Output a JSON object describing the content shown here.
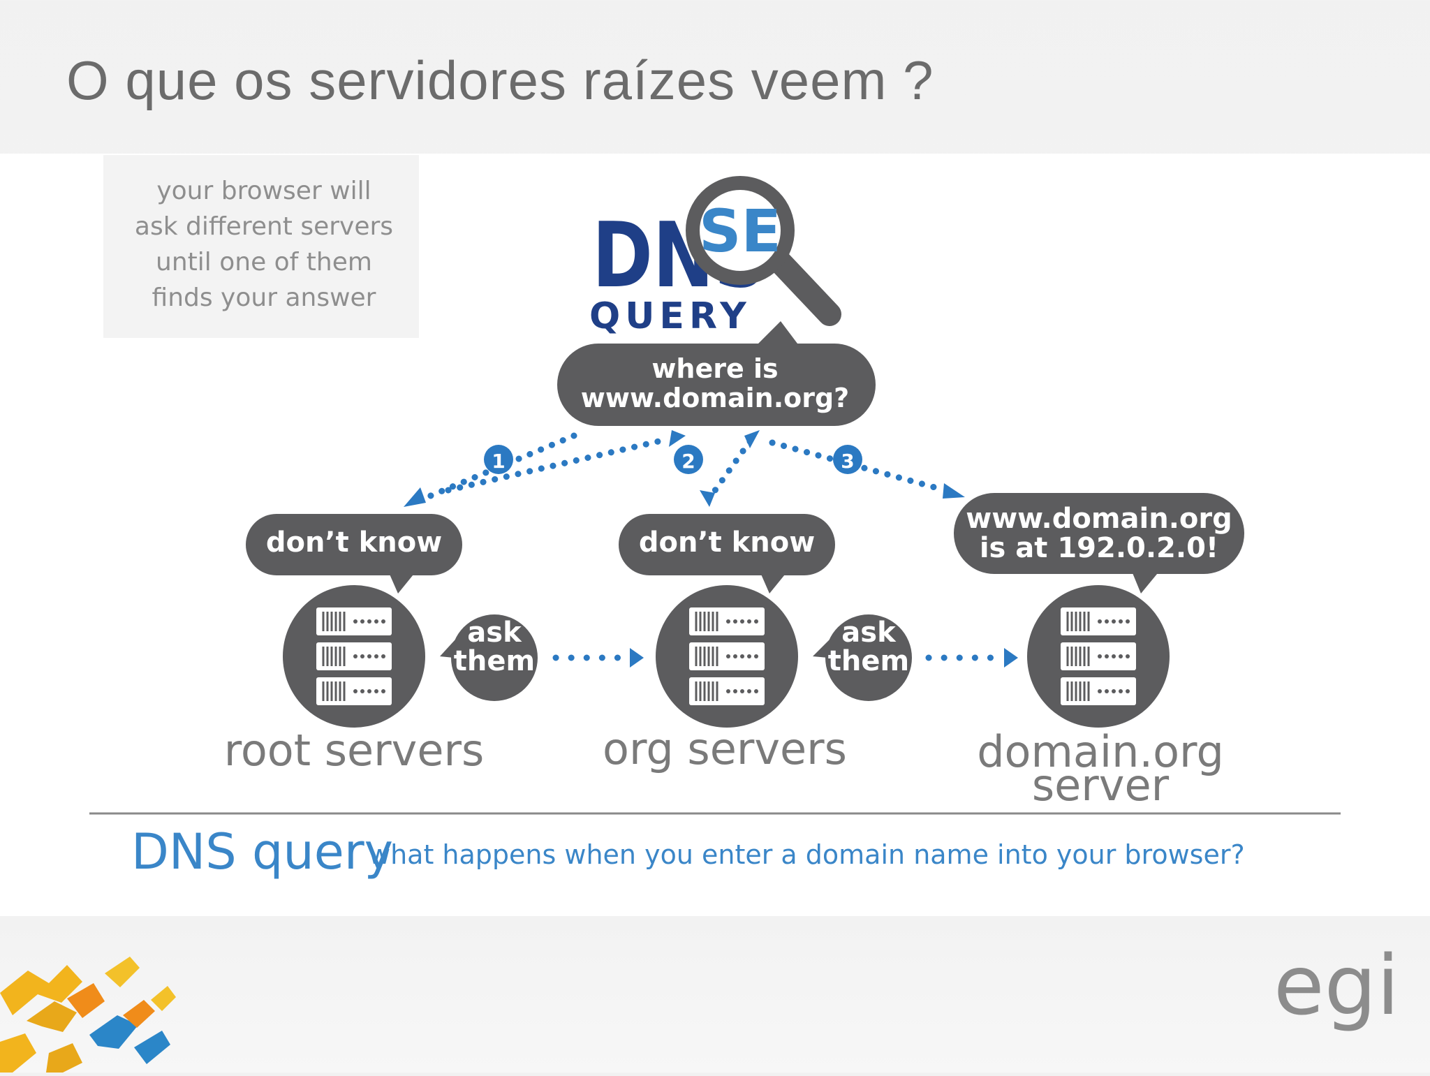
{
  "slide": {
    "title": "O que os servidores raízes veem ?"
  },
  "diagram": {
    "intro_lines": [
      "your browser will",
      "ask different servers",
      "until one of them",
      "finds your answer"
    ],
    "logo_text": "DNS",
    "logo_overlay": "SE",
    "logo_subtitle": "QUERY",
    "query_bubble": [
      "where is",
      "www.domain.org?"
    ],
    "steps": [
      "1",
      "2",
      "3"
    ],
    "responses": {
      "root": [
        "don’t know"
      ],
      "org": [
        "don’t know"
      ],
      "domain": [
        "www.domain.org",
        "is at 192.0.2.0!"
      ]
    },
    "ask_them": [
      "ask",
      "them"
    ],
    "server_labels": {
      "root": [
        "root servers"
      ],
      "org": [
        "org servers"
      ],
      "domain": [
        "domain.org",
        "server"
      ]
    },
    "caption_title": "DNS query",
    "caption_subtitle": "what happens when you enter a domain name into your browser?"
  },
  "branding": {
    "egi_logo_text": "egi"
  },
  "colors": {
    "accent_blue": "#2b79c2",
    "bubble_gray": "#5c5c5e",
    "logo_navy": "#1f3f87"
  }
}
